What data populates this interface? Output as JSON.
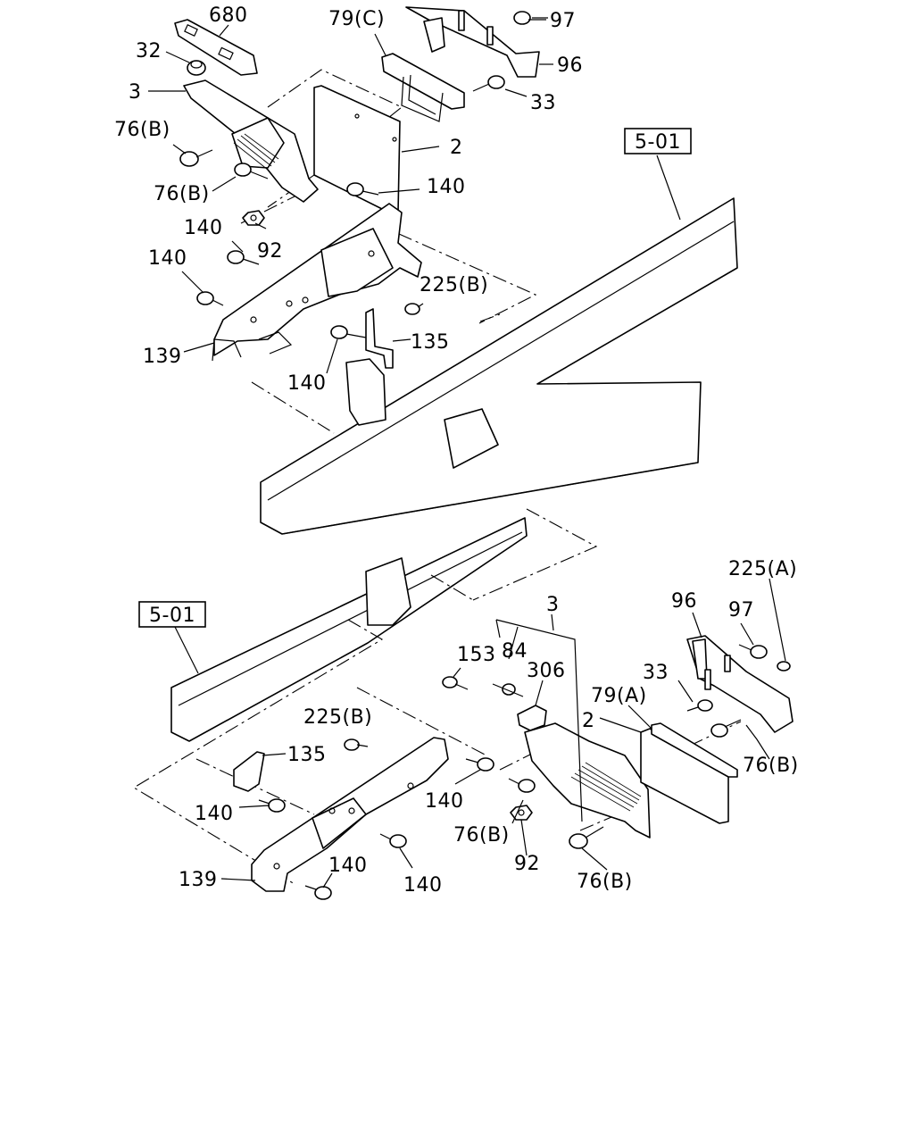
{
  "callouts": {
    "p680": "680",
    "p32": "32",
    "p3_top": "3",
    "p76b_1": "76(B)",
    "p76b_2": "76(B)",
    "p79c": "79(C)",
    "p97_top": "97",
    "p96_top": "96",
    "p33_top": "33",
    "p2_top": "2",
    "p140_1": "140",
    "p140_2": "140",
    "p140_3": "140",
    "p92_top": "92",
    "p225b_top": "225(B)",
    "p135_top": "135",
    "p139_top": "139",
    "p140_4": "140",
    "ref501_top": "5-01",
    "ref501_bottom": "5-01",
    "p225a": "225(A)",
    "p96_bot": "96",
    "p97_bot": "97",
    "p3_bot": "3",
    "p153": "153",
    "p84": "84",
    "p306": "306",
    "p33_bot": "33",
    "p79a": "79(A)",
    "p2_bot": "2",
    "p225b_bot": "225(B)",
    "p135_bot": "135",
    "p140_5": "140",
    "p140_6": "140",
    "p76b_3": "76(B)",
    "p76b_4": "76(B)",
    "p92_bot": "92",
    "p76b_5": "76(B)",
    "p140_7": "140",
    "p139_bot": "139",
    "p140_8": "140"
  }
}
